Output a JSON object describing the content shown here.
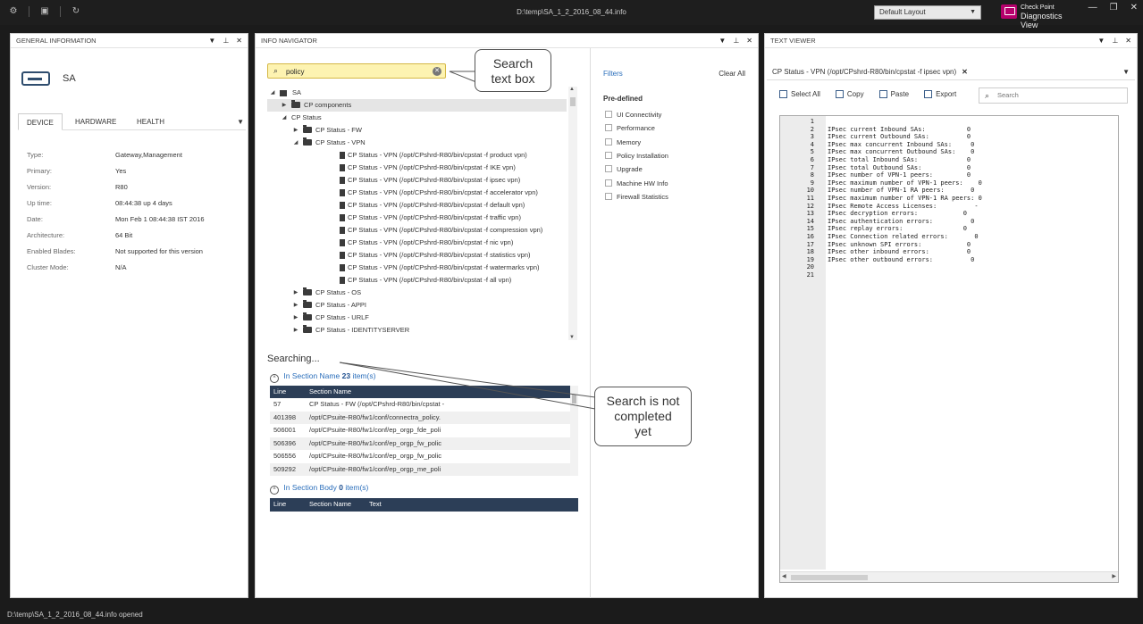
{
  "titlebar": {
    "path": "D:\\temp\\SA_1_2_2016_08_44.info",
    "layout_value": "Default Layout",
    "brand_line1": "Check Point",
    "brand_line2": "Diagnostics View"
  },
  "general": {
    "header": "GENERAL INFORMATION",
    "device_name": "SA",
    "tabs": [
      {
        "label": "DEVICE"
      },
      {
        "label": "HARDWARE"
      },
      {
        "label": "HEALTH"
      }
    ],
    "props": [
      {
        "k": "Type:",
        "v": "Gateway,Management"
      },
      {
        "k": "Primary:",
        "v": "Yes"
      },
      {
        "k": "Version:",
        "v": "R80"
      },
      {
        "k": "Up time:",
        "v": "08:44:38 up 4 days"
      },
      {
        "k": "Date:",
        "v": "Mon Feb  1 08:44:38 IST 2016"
      },
      {
        "k": "Architecture:",
        "v": "64 Bit"
      },
      {
        "k": "Enabled Blades:",
        "v": "Not supported for this version"
      },
      {
        "k": "Cluster Mode:",
        "v": "N/A"
      }
    ]
  },
  "navigator": {
    "header": "INFO NAVIGATOR",
    "search_value": "policy",
    "tree": [
      {
        "label": "SA",
        "icon": "home",
        "expander": "expanded",
        "level": 0
      },
      {
        "label": "CP components",
        "icon": "folder",
        "expander": "collapsed",
        "level": 1,
        "selected": true
      },
      {
        "label": "CP Status",
        "icon": "none",
        "expander": "expanded",
        "level": 1
      },
      {
        "label": "CP Status - FW",
        "icon": "folder",
        "expander": "collapsed",
        "level": 2
      },
      {
        "label": "CP Status - VPN",
        "icon": "folder",
        "expander": "expanded",
        "level": 2
      },
      {
        "label": "CP Status - VPN (/opt/CPshrd-R80/bin/cpstat -f product vpn)",
        "icon": "file",
        "level": 3
      },
      {
        "label": "CP Status - VPN (/opt/CPshrd-R80/bin/cpstat -f IKE vpn)",
        "icon": "file",
        "level": 3
      },
      {
        "label": "CP Status - VPN (/opt/CPshrd-R80/bin/cpstat -f ipsec vpn)",
        "icon": "file",
        "level": 3
      },
      {
        "label": "CP Status - VPN (/opt/CPshrd-R80/bin/cpstat -f accelerator vpn)",
        "icon": "file",
        "level": 3
      },
      {
        "label": "CP Status - VPN (/opt/CPshrd-R80/bin/cpstat -f default vpn)",
        "icon": "file",
        "level": 3
      },
      {
        "label": "CP Status - VPN (/opt/CPshrd-R80/bin/cpstat -f traffic vpn)",
        "icon": "file",
        "level": 3
      },
      {
        "label": "CP Status - VPN (/opt/CPshrd-R80/bin/cpstat -f compression vpn)",
        "icon": "file",
        "level": 3
      },
      {
        "label": "CP Status - VPN (/opt/CPshrd-R80/bin/cpstat -f nic vpn)",
        "icon": "file",
        "level": 3
      },
      {
        "label": "CP Status - VPN (/opt/CPshrd-R80/bin/cpstat -f statistics vpn)",
        "icon": "file",
        "level": 3
      },
      {
        "label": "CP Status - VPN (/opt/CPshrd-R80/bin/cpstat -f watermarks vpn)",
        "icon": "file",
        "level": 3
      },
      {
        "label": "CP Status - VPN (/opt/CPshrd-R80/bin/cpstat -f all vpn)",
        "icon": "file",
        "level": 3
      },
      {
        "label": "CP Status - OS",
        "icon": "folder",
        "expander": "collapsed",
        "level": 2
      },
      {
        "label": "CP Status - APPI",
        "icon": "folder",
        "expander": "collapsed",
        "level": 2
      },
      {
        "label": "CP Status - URLF",
        "icon": "folder",
        "expander": "collapsed",
        "level": 2
      },
      {
        "label": "CP Status - IDENTITYSERVER",
        "icon": "folder",
        "expander": "collapsed",
        "level": 2
      }
    ],
    "searching_text": "Searching...",
    "in_section_name": {
      "prefix": "In Section Name",
      "count": "23",
      "suffix": "item(s)"
    },
    "name_columns": [
      "Line",
      "Section Name"
    ],
    "name_rows": [
      {
        "line": "57",
        "section": "CP Status - FW (/opt/CPshrd-R80/bin/cpstat -"
      },
      {
        "line": "401398",
        "section": "/opt/CPsuite-R80/fw1/conf/connectra_policy."
      },
      {
        "line": "506001",
        "section": "/opt/CPsuite-R80/fw1/conf/ep_orgp_fde_poli"
      },
      {
        "line": "506396",
        "section": "/opt/CPsuite-R80/fw1/conf/ep_orgp_fw_polic"
      },
      {
        "line": "506556",
        "section": "/opt/CPsuite-R80/fw1/conf/ep_orgp_fw_polic"
      },
      {
        "line": "509292",
        "section": "/opt/CPsuite-R80/fw1/conf/ep_orgp_me_poli"
      }
    ],
    "in_section_body": {
      "prefix": "In Section Body",
      "count": "0",
      "suffix": "item(s)"
    },
    "body_columns": [
      "Line",
      "Section Name",
      "Text"
    ]
  },
  "filters": {
    "title": "Filters",
    "clear": "Clear All",
    "predefined": "Pre-defined",
    "items": [
      "UI Connectivity",
      "Performance",
      "Memory",
      "Policy Installation",
      "Upgrade",
      "Machine HW Info",
      "Firewall Statistics"
    ]
  },
  "textviewer": {
    "header": "TEXT VIEWER",
    "tab": "CP Status - VPN (/opt/CPshrd-R80/bin/cpstat -f ipsec vpn)",
    "tools": [
      "Select All",
      "Copy",
      "Paste",
      "Export"
    ],
    "search_placeholder": "Search",
    "lines": [
      "",
      "IPsec current Inbound SAs:           0",
      "IPsec current Outbound SAs:          0",
      "IPsec max concurrent Inbound SAs:     0",
      "IPsec max concurrent Outbound SAs:    0",
      "IPsec total Inbound SAs:             0",
      "IPsec total Outbound SAs:            0",
      "IPsec number of VPN-1 peers:         0",
      "IPsec maximum number of VPN-1 peers:    0",
      "IPsec number of VPN-1 RA peers:       0",
      "IPsec maximum number of VPN-1 RA peers: 0",
      "IPsec Remote Access Licenses:          -",
      "IPsec decryption errors:            0",
      "IPsec authentication errors:          0",
      "IPsec replay errors:                0",
      "IPsec Connection related errors:       0",
      "IPsec unknown SPI errors:            0",
      "IPsec other inbound errors:          0",
      "IPsec other outbound errors:          0",
      "",
      ""
    ]
  },
  "statusbar": {
    "text": "D:\\temp\\SA_1_2_2016_08_44.info opened"
  },
  "callouts": {
    "search": [
      "Search",
      "text box"
    ],
    "not_done": [
      "Search is not",
      "completed",
      "yet"
    ]
  }
}
